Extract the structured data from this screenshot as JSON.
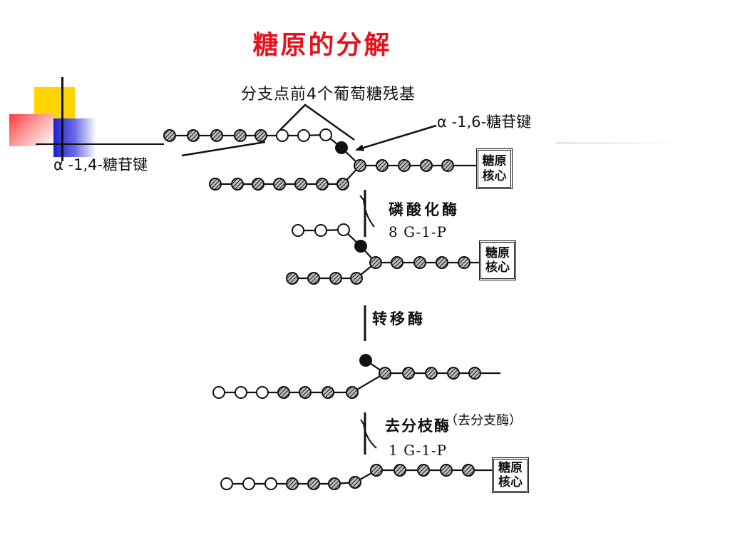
{
  "title": "糖原的分解",
  "labels": {
    "branch_residues": "分支点前4个葡萄糖残基",
    "alpha16": "α -1,6-糖苷键",
    "alpha14": "α -1,4-糖苷键"
  },
  "cores": [
    {
      "line1": "糖原",
      "line2": "核心"
    },
    {
      "line1": "糖原",
      "line2": "核心"
    },
    {
      "line1": "糖原",
      "line2": "核心"
    }
  ],
  "steps": [
    {
      "enzyme": "磷酸化酶",
      "product": "8 G-1-P"
    },
    {
      "enzyme": "转移酶"
    },
    {
      "enzyme": "去分枝酶",
      "note": "（去分支酶）",
      "product": "1 G-1-P"
    }
  ],
  "colors": {
    "title": "#e8101a",
    "deco_yellow": "#ffd400",
    "deco_blue": "#1f1fd0",
    "deco_red": "#ff3b3b"
  }
}
